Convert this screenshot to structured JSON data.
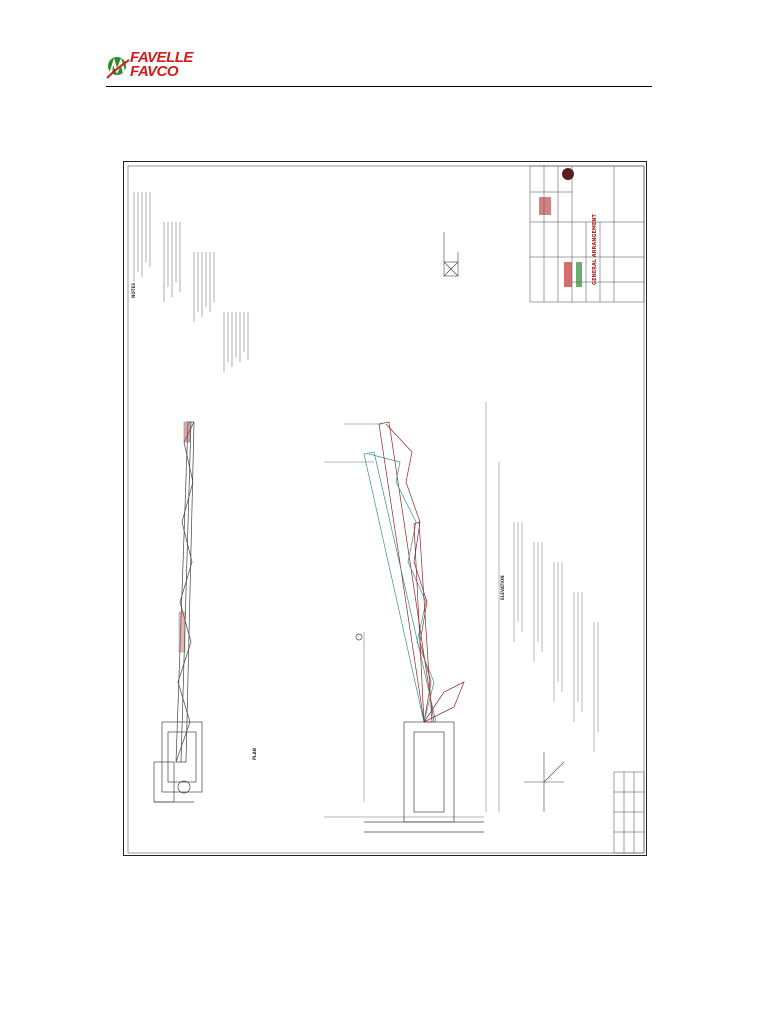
{
  "header": {
    "brand_line1": "FAVELLE",
    "brand_line2": "FAVCO",
    "brand_color": "#d21c1c",
    "accent_color": "#2e8b2e"
  },
  "drawing": {
    "notes_title": "NOTES",
    "sheet_title": "GENERAL ARRANGEMENT",
    "plan_label": "PLAN",
    "elevation_label": "ELEVATION",
    "boom_color": "#8b2a2a",
    "alt_boom_color": "#3a8f8f"
  }
}
